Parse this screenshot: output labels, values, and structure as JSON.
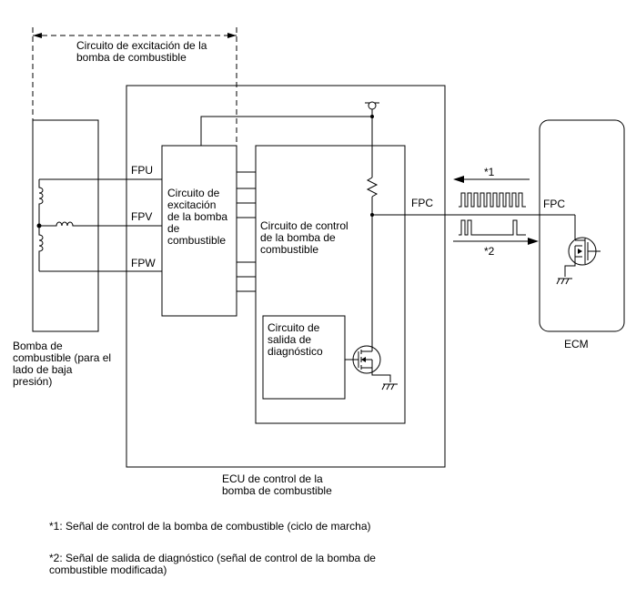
{
  "labels": {
    "driver_circuit_top": "Circuito de excitación de la\nbomba de combustible",
    "pump_name": "Bomba de\ncombustible (para el\nlado de baja\npresión)",
    "ecu_name": "ECU de control de la\nbomba de combustible",
    "ecm_name": "ECM",
    "driver_circuit_inner": "Circuito de\nexcitación\nde la bomba\nde\ncombustible",
    "control_circuit": "Circuito de control\nde la bomba de\ncombustible",
    "diag_circuit": "Circuito de\nsalida de\ndiagnóstico",
    "fpu": "FPU",
    "fpv": "FPV",
    "fpw": "FPW",
    "fpc_ecu": "FPC",
    "fpc_ecm": "FPC",
    "sig1": "*1",
    "sig2": "*2"
  },
  "notes": {
    "note1": "*1: Señal de control de la bomba de combustible (ciclo de marcha)",
    "note2": "*2: Señal de salida de diagnóstico (señal de control de la bomba de\ncombustible modificada)"
  }
}
